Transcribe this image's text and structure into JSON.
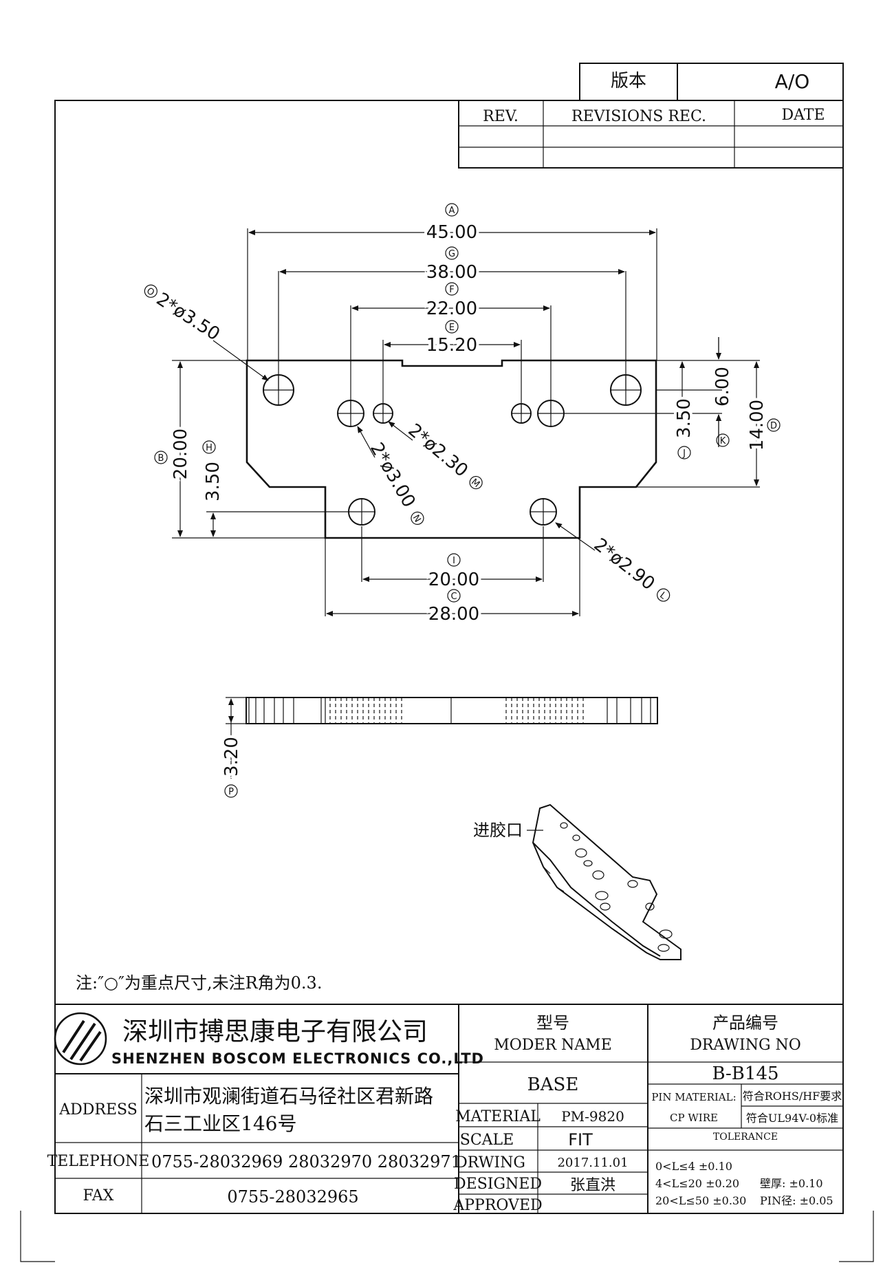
{
  "version_box": {
    "label": "版本",
    "value": "A/O"
  },
  "revision_table": {
    "headers": [
      "REV.",
      "REVISIONS REC.",
      "DATE"
    ]
  },
  "dimensions": {
    "A": {
      "letter": "A",
      "value": "45.00"
    },
    "G": {
      "letter": "G",
      "value": "38.00"
    },
    "F": {
      "letter": "F",
      "value": "22.00"
    },
    "E": {
      "letter": "E",
      "value": "15.20"
    },
    "B": {
      "letter": "B",
      "value": "20.00"
    },
    "H": {
      "letter": "H",
      "value": "3.50"
    },
    "J": {
      "letter": "J",
      "value": "3.50"
    },
    "K": {
      "letter": "K",
      "value": "6.00"
    },
    "D": {
      "letter": "D",
      "value": "14.00"
    },
    "I": {
      "letter": "I",
      "value": "20.00"
    },
    "C": {
      "letter": "C",
      "value": "28.00"
    },
    "P": {
      "letter": "P",
      "value": "3.20"
    }
  },
  "callouts": {
    "O": {
      "letter": "O",
      "text": "2*ø3.50"
    },
    "N": {
      "letter": "N",
      "text": "2*ø3.00"
    },
    "M": {
      "letter": "M",
      "text": "2*ø2.30"
    },
    "L": {
      "letter": "L",
      "text": "2*ø2.90"
    }
  },
  "iso_label": "进胶口",
  "note": "注:″○″为重点尺寸,未注R角为0.3.",
  "company": {
    "name_cn": "深圳市搏思康电子有限公司",
    "name_en": "SHENZHEN BOSCOM ELECTRONICS CO.,LTD"
  },
  "contact": {
    "address_label": "ADDRESS",
    "address_line1": "深圳市观澜街道石马径社区君新路",
    "address_line2": "石三工业区146号",
    "telephone_label": "TELEPHONE",
    "telephone": "0755-28032969 28032970 28032971",
    "fax_label": "FAX",
    "fax": "0755-28032965"
  },
  "model": {
    "label_cn": "型号",
    "label_en": "MODER NAME",
    "value": "BASE"
  },
  "drawing_no": {
    "label_cn": "产品编号",
    "label_en": "DRAWING NO",
    "value": "B-B145"
  },
  "fields": {
    "material_label": "MATERIAL",
    "material": "PM-9820",
    "scale_label": "SCALE",
    "scale": "FIT",
    "drwing_label": "DRWING",
    "drwing": "2017.11.01",
    "designed_label": "DESIGNED",
    "designed": "张直洪",
    "approved_label": "APPROVED",
    "approved": ""
  },
  "pin_material": {
    "label1": "PIN MATERIAL:",
    "label2": "CP WIRE",
    "req1": "符合ROHS/HF要求",
    "req2": "符合UL94V-0标准"
  },
  "tolerance": {
    "label": "TOLERANCE",
    "row1": "0<L≤4  ±0.10",
    "row2": "4<L≤20  ±0.20",
    "row3": "20<L≤50  ±0.30",
    "wall": "壁厚:  ±0.10",
    "pin": "PIN径: ±0.05"
  }
}
